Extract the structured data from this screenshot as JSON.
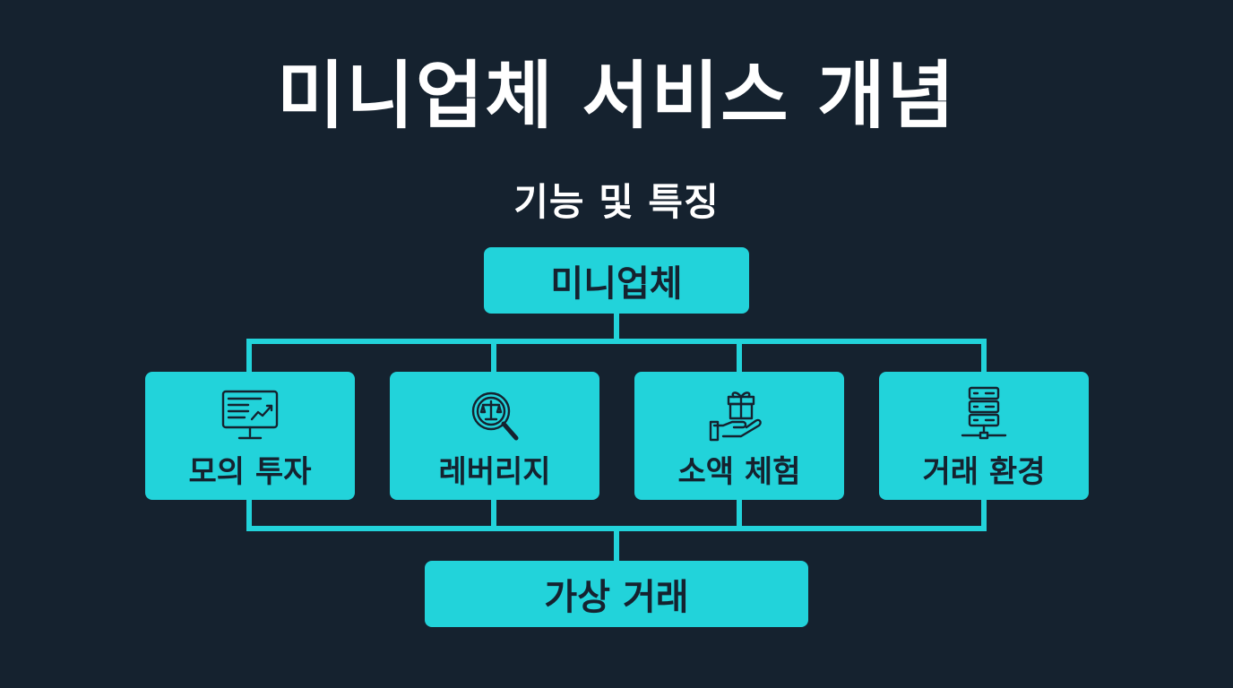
{
  "title": "미니업체 서비스 개념",
  "subtitle": "기능 및 특징",
  "diagram": {
    "root": {
      "label": "미니업체"
    },
    "features": [
      {
        "label": "모의 투자",
        "icon": "monitor-chart-icon"
      },
      {
        "label": "레버리지",
        "icon": "magnifier-scale-icon"
      },
      {
        "label": "소액 체험",
        "icon": "hand-gift-icon"
      },
      {
        "label": "거래 환경",
        "icon": "server-network-icon"
      }
    ],
    "bottom": {
      "label": "가상 거래"
    }
  },
  "colors": {
    "background": "#15222f",
    "accent": "#22d3da",
    "text_dark": "#15222f",
    "text_light": "#ffffff"
  }
}
